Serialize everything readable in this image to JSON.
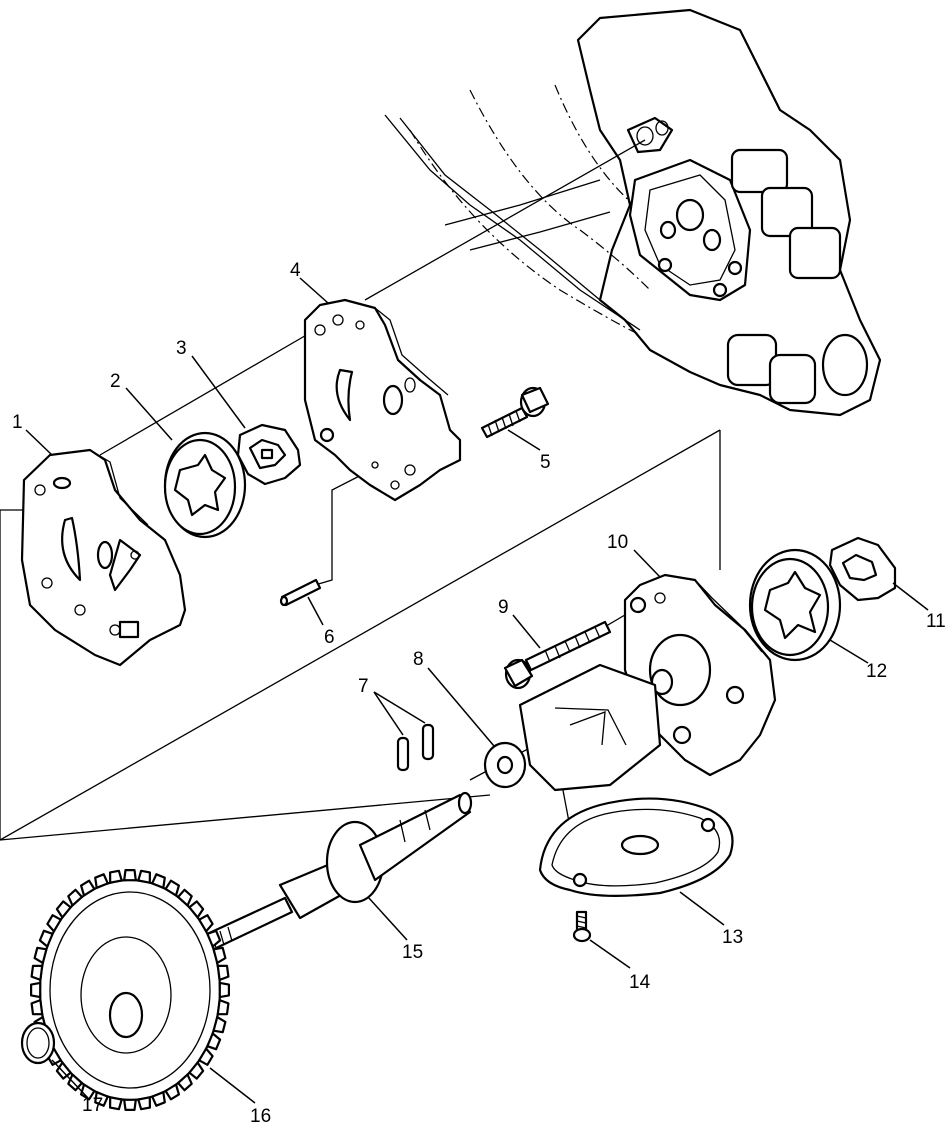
{
  "callouts": [
    {
      "id": "1",
      "text": "1"
    },
    {
      "id": "2",
      "text": "2"
    },
    {
      "id": "3",
      "text": "3"
    },
    {
      "id": "4",
      "text": "4"
    },
    {
      "id": "5",
      "text": "5"
    },
    {
      "id": "6",
      "text": "6"
    },
    {
      "id": "7",
      "text": "7"
    },
    {
      "id": "8",
      "text": "8"
    },
    {
      "id": "9",
      "text": "9"
    },
    {
      "id": "10",
      "text": "10"
    },
    {
      "id": "11",
      "text": "11"
    },
    {
      "id": "12",
      "text": "12"
    },
    {
      "id": "13",
      "text": "13"
    },
    {
      "id": "14",
      "text": "14"
    },
    {
      "id": "15",
      "text": "15"
    },
    {
      "id": "16",
      "text": "16"
    },
    {
      "id": "17",
      "text": "17"
    }
  ]
}
